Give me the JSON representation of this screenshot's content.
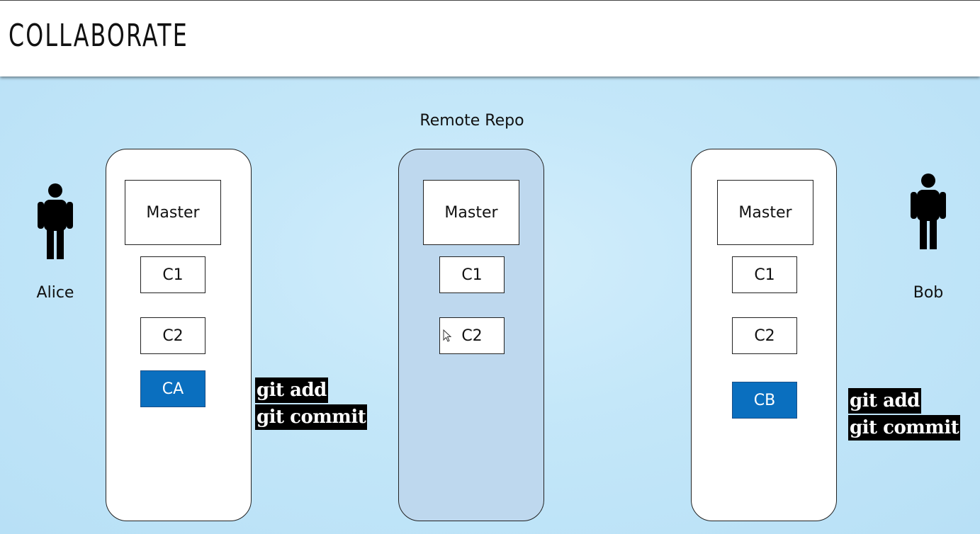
{
  "header": {
    "title": "COLLABORATE"
  },
  "remote": {
    "label": "Remote Repo",
    "branch": "Master",
    "commits": [
      "C1",
      "C2"
    ]
  },
  "alice": {
    "name": "Alice",
    "branch": "Master",
    "commits": [
      "C1",
      "C2"
    ],
    "new_commit": "CA",
    "commands": [
      "git add",
      "git commit"
    ]
  },
  "bob": {
    "name": "Bob",
    "branch": "Master",
    "commits": [
      "C1",
      "C2"
    ],
    "new_commit": "CB",
    "commands": [
      "git add",
      "git commit"
    ]
  },
  "colors": {
    "new_commit": "#0a6fbf",
    "remote_panel": "#bed8ee",
    "background": "#c4e7f9"
  },
  "icons": {
    "person": "person-icon",
    "cursor": "mouse-cursor-icon"
  }
}
